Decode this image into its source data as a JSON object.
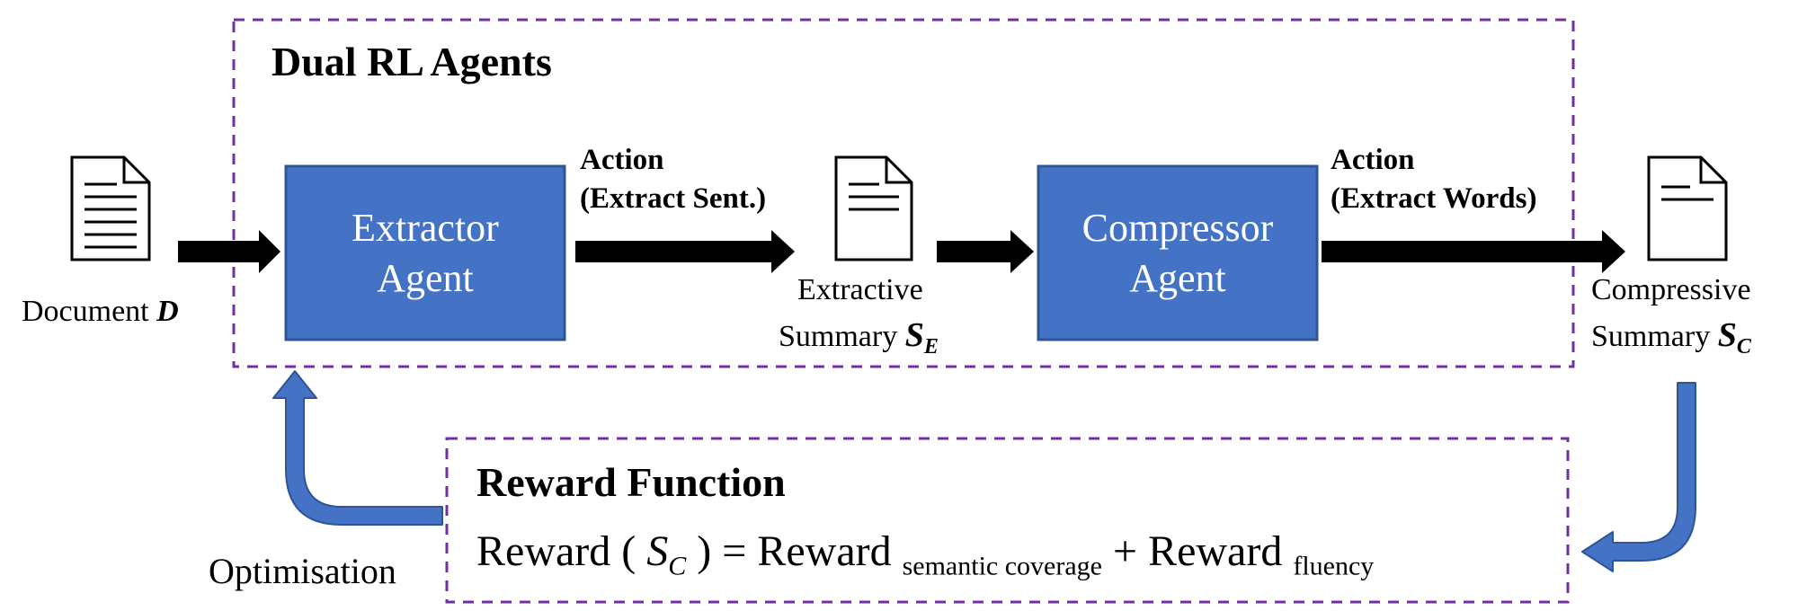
{
  "colors": {
    "agent_box_fill": "#4472c4",
    "agent_box_border": "#2f5597",
    "group_border": "#7030a0",
    "arrow_black": "#000000",
    "arrow_blue": "#4472c4"
  },
  "group": {
    "title": "Dual RL Agents"
  },
  "document": {
    "label": "Document",
    "symbol": "D"
  },
  "extractor": {
    "line1": "Extractor",
    "line2": "Agent"
  },
  "action1": {
    "line1": "Action",
    "line2": "(Extract Sent.)"
  },
  "extractive_summary": {
    "line1": "Extractive",
    "line2": "Summary",
    "symbol": "S",
    "subscript": "E"
  },
  "compressor": {
    "line1": "Compressor",
    "line2": "Agent"
  },
  "action2": {
    "line1": "Action",
    "line2": "(Extract Words)"
  },
  "compressive_summary": {
    "line1": "Compressive",
    "line2": "Summary",
    "symbol": "S",
    "subscript": "C"
  },
  "reward": {
    "title": "Reward Function",
    "lhs": "Reward (",
    "lhs_symbol": "S",
    "lhs_subscript": "C",
    "lhs_close": ") = Reward",
    "term1_subscript": "semantic coverage",
    "plus": "+ Reward",
    "term2_subscript": "fluency"
  },
  "optimisation": {
    "label": "Optimisation"
  },
  "icons": [
    "document-icon",
    "extractive-summary-icon",
    "compressive-summary-icon"
  ]
}
